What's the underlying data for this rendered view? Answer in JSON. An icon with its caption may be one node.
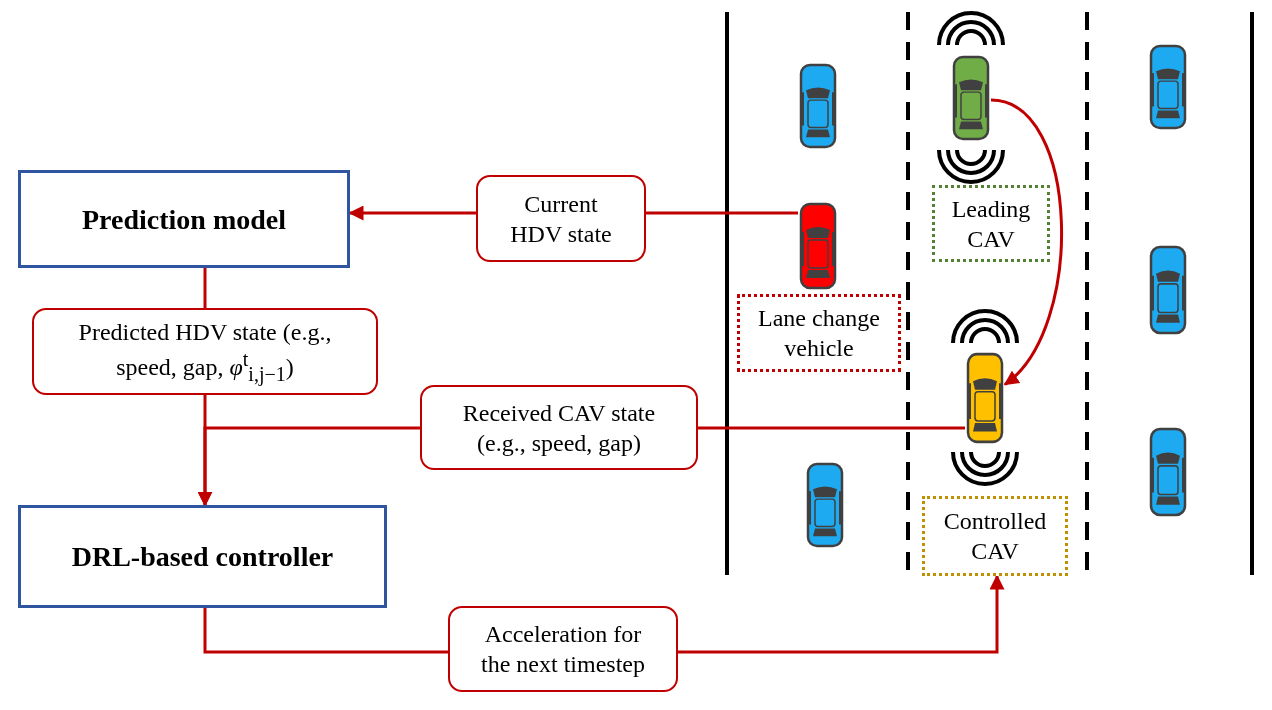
{
  "diagram": {
    "nodes": [
      {
        "text": [
          "Prediction model"
        ]
      },
      {
        "text": [
          "Current HDV state"
        ]
      },
      {
        "text": [
          "Predicted HDV state (e.g., speed,  gap,  *φ*$^{t}$$_{i,j−1}$)"
        ]
      },
      {
        "text": [
          "Received CAV state (e.g., speed, gap)"
        ]
      },
      {
        "text": [
          "DRL-based controller"
        ]
      },
      {
        "text": [
          "Acceleration for the next timestep"
        ]
      },
      {
        "text": [],
        "shape": "picture"
      },
      {
        "text": [
          "Lane change vehicle"
        ]
      },
      {
        "text": [],
        "shape": "picture"
      },
      {
        "text": [
          "Leading CAV"
        ]
      },
      {
        "text": [],
        "shape": "picture"
      },
      {
        "text": [
          "Controlled CAV"
        ]
      },
      {
        "text": [],
        "shape": "picture"
      },
      {
        "text": [],
        "shape": "picture"
      },
      {
        "text": [],
        "shape": "picture"
      },
      {
        "text": [],
        "shape": "picture"
      },
      {
        "text": [],
        "shape": "picture"
      }
    ],
    "edges": [
      {
        "from": 6,
        "to": 1,
        "arrow": "none"
      },
      {
        "from": 1,
        "to": 0,
        "arrow": "to"
      },
      {
        "from": 0,
        "to": 2,
        "arrow": "none"
      },
      {
        "from": 2,
        "to": 4,
        "arrow": "to"
      },
      {
        "from": 10,
        "to": 3,
        "arrow": "none"
      },
      {
        "from": 3,
        "to": 4,
        "arrow": "to"
      },
      {
        "from": 4,
        "to": 5,
        "arrow": "none"
      },
      {
        "from": 5,
        "to": 11,
        "arrow": "to"
      },
      {
        "from": 8,
        "to": 10,
        "arrow": "to"
      }
    ]
  }
}
